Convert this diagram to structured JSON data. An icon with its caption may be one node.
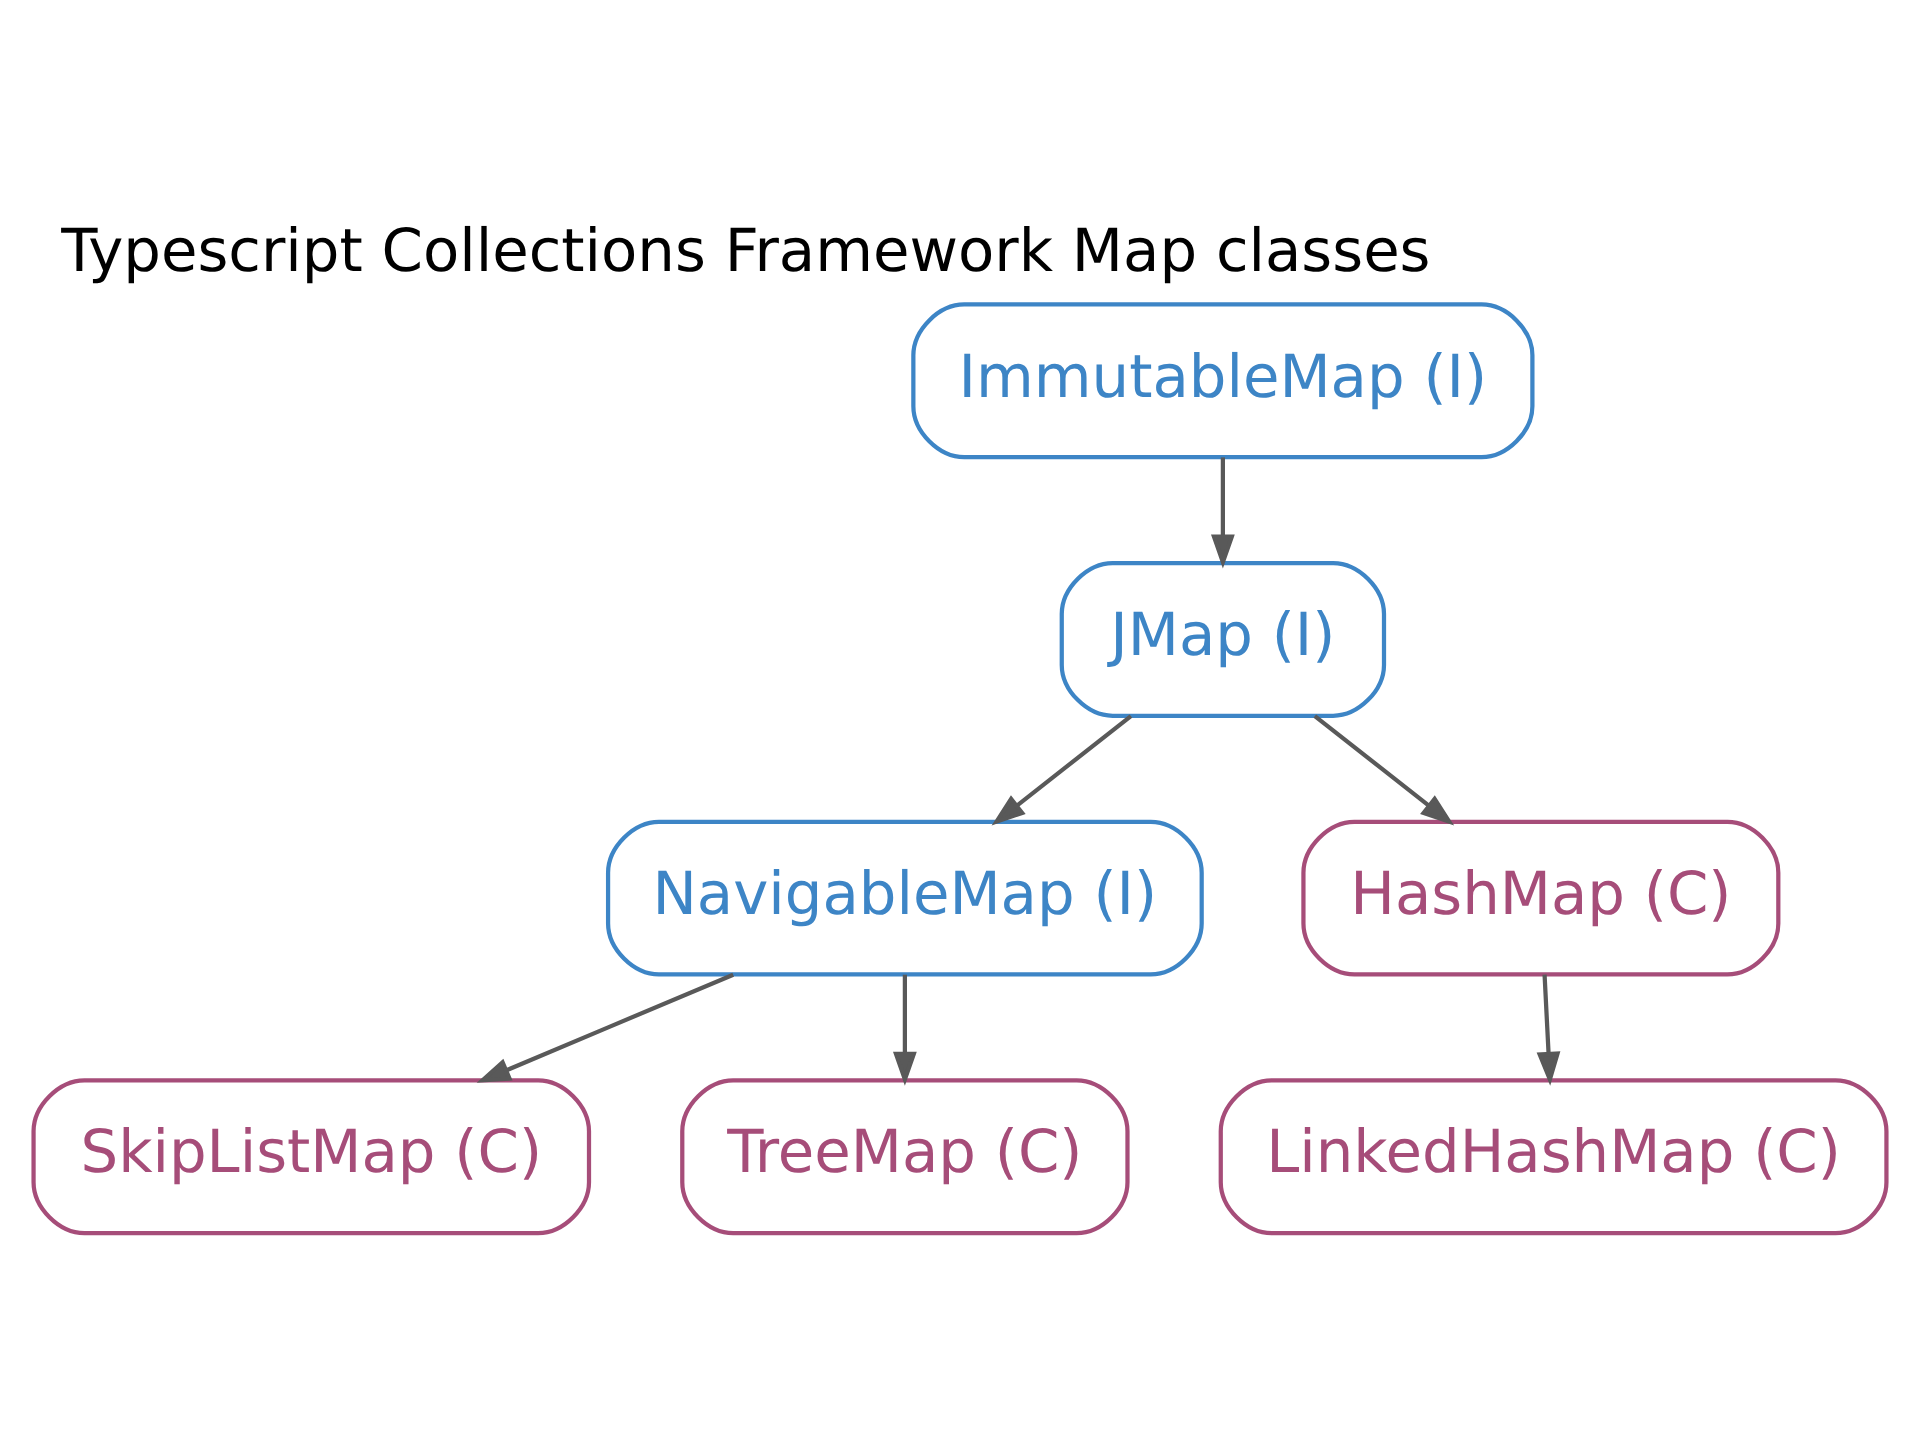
{
  "diagram": {
    "title": "Typescript Collections Framework Map classes",
    "nodes": [
      {
        "text": [
          "ImmutableMap (I)"
        ]
      },
      {
        "text": [
          "JMap (I)"
        ]
      },
      {
        "text": [
          "NavigableMap (I)"
        ]
      },
      {
        "text": [
          "HashMap (C)"
        ]
      },
      {
        "text": [
          "SkipListMap (C)"
        ]
      },
      {
        "text": [
          "TreeMap (C)"
        ]
      },
      {
        "text": [
          "LinkedHashMap (C)"
        ]
      }
    ],
    "edges": [
      {
        "from": 0,
        "to": 1,
        "arrow": "to"
      },
      {
        "from": 1,
        "to": 2,
        "arrow": "to"
      },
      {
        "from": 1,
        "to": 3,
        "arrow": "to"
      },
      {
        "from": 2,
        "to": 4,
        "arrow": "to"
      },
      {
        "from": 2,
        "to": 5,
        "arrow": "to"
      },
      {
        "from": 3,
        "to": 6,
        "arrow": "to"
      }
    ]
  }
}
